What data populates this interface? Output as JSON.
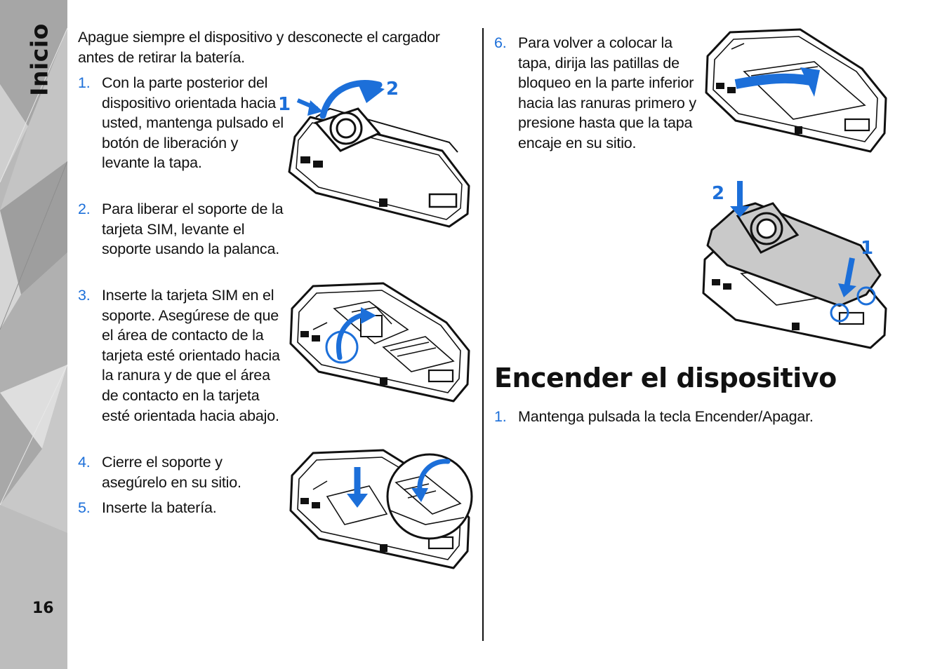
{
  "sidebar": {
    "section_title": "Inicio",
    "page_number": "16"
  },
  "intro": "Apague siempre el dispositivo y desconecte el cargador antes de retirar la batería.",
  "left_steps": [
    {
      "number": "1.",
      "text": "Con la parte posterior del dispositivo orientada hacia usted, mantenga pulsado el botón de liberación y levante la tapa."
    },
    {
      "number": "2.",
      "text": "Para liberar el soporte de la tarjeta SIM, levante el soporte usando la palanca."
    },
    {
      "number": "3.",
      "text": "Inserte la tarjeta SIM en el soporte. Asegúrese de que el área de contacto de la tarjeta esté orientado hacia la ranura y de que el área de contacto en la tarjeta esté orientada hacia abajo."
    },
    {
      "number": "4.",
      "text": "Cierre el soporte y asegúrelo en su sitio."
    },
    {
      "number": "5.",
      "text": "Inserte la batería."
    }
  ],
  "right_steps": [
    {
      "number": "6.",
      "text": "Para volver a colocar la tapa, dirija las patillas de bloqueo en la parte inferior hacia las ranuras primero y presione hasta que la tapa encaje en su sitio."
    }
  ],
  "section2": {
    "heading": "Encender el dispositivo",
    "steps": [
      {
        "number": "1.",
        "text": "Mantenga pulsada la tecla Encender/Apagar."
      }
    ]
  },
  "illustration_labels": {
    "cover_release": [
      "1",
      "2"
    ],
    "cover_replace": [
      "2",
      "1"
    ]
  },
  "colors": {
    "accent_blue": "#1c6fd9",
    "sidebar_gray": "#b9b9b9"
  }
}
